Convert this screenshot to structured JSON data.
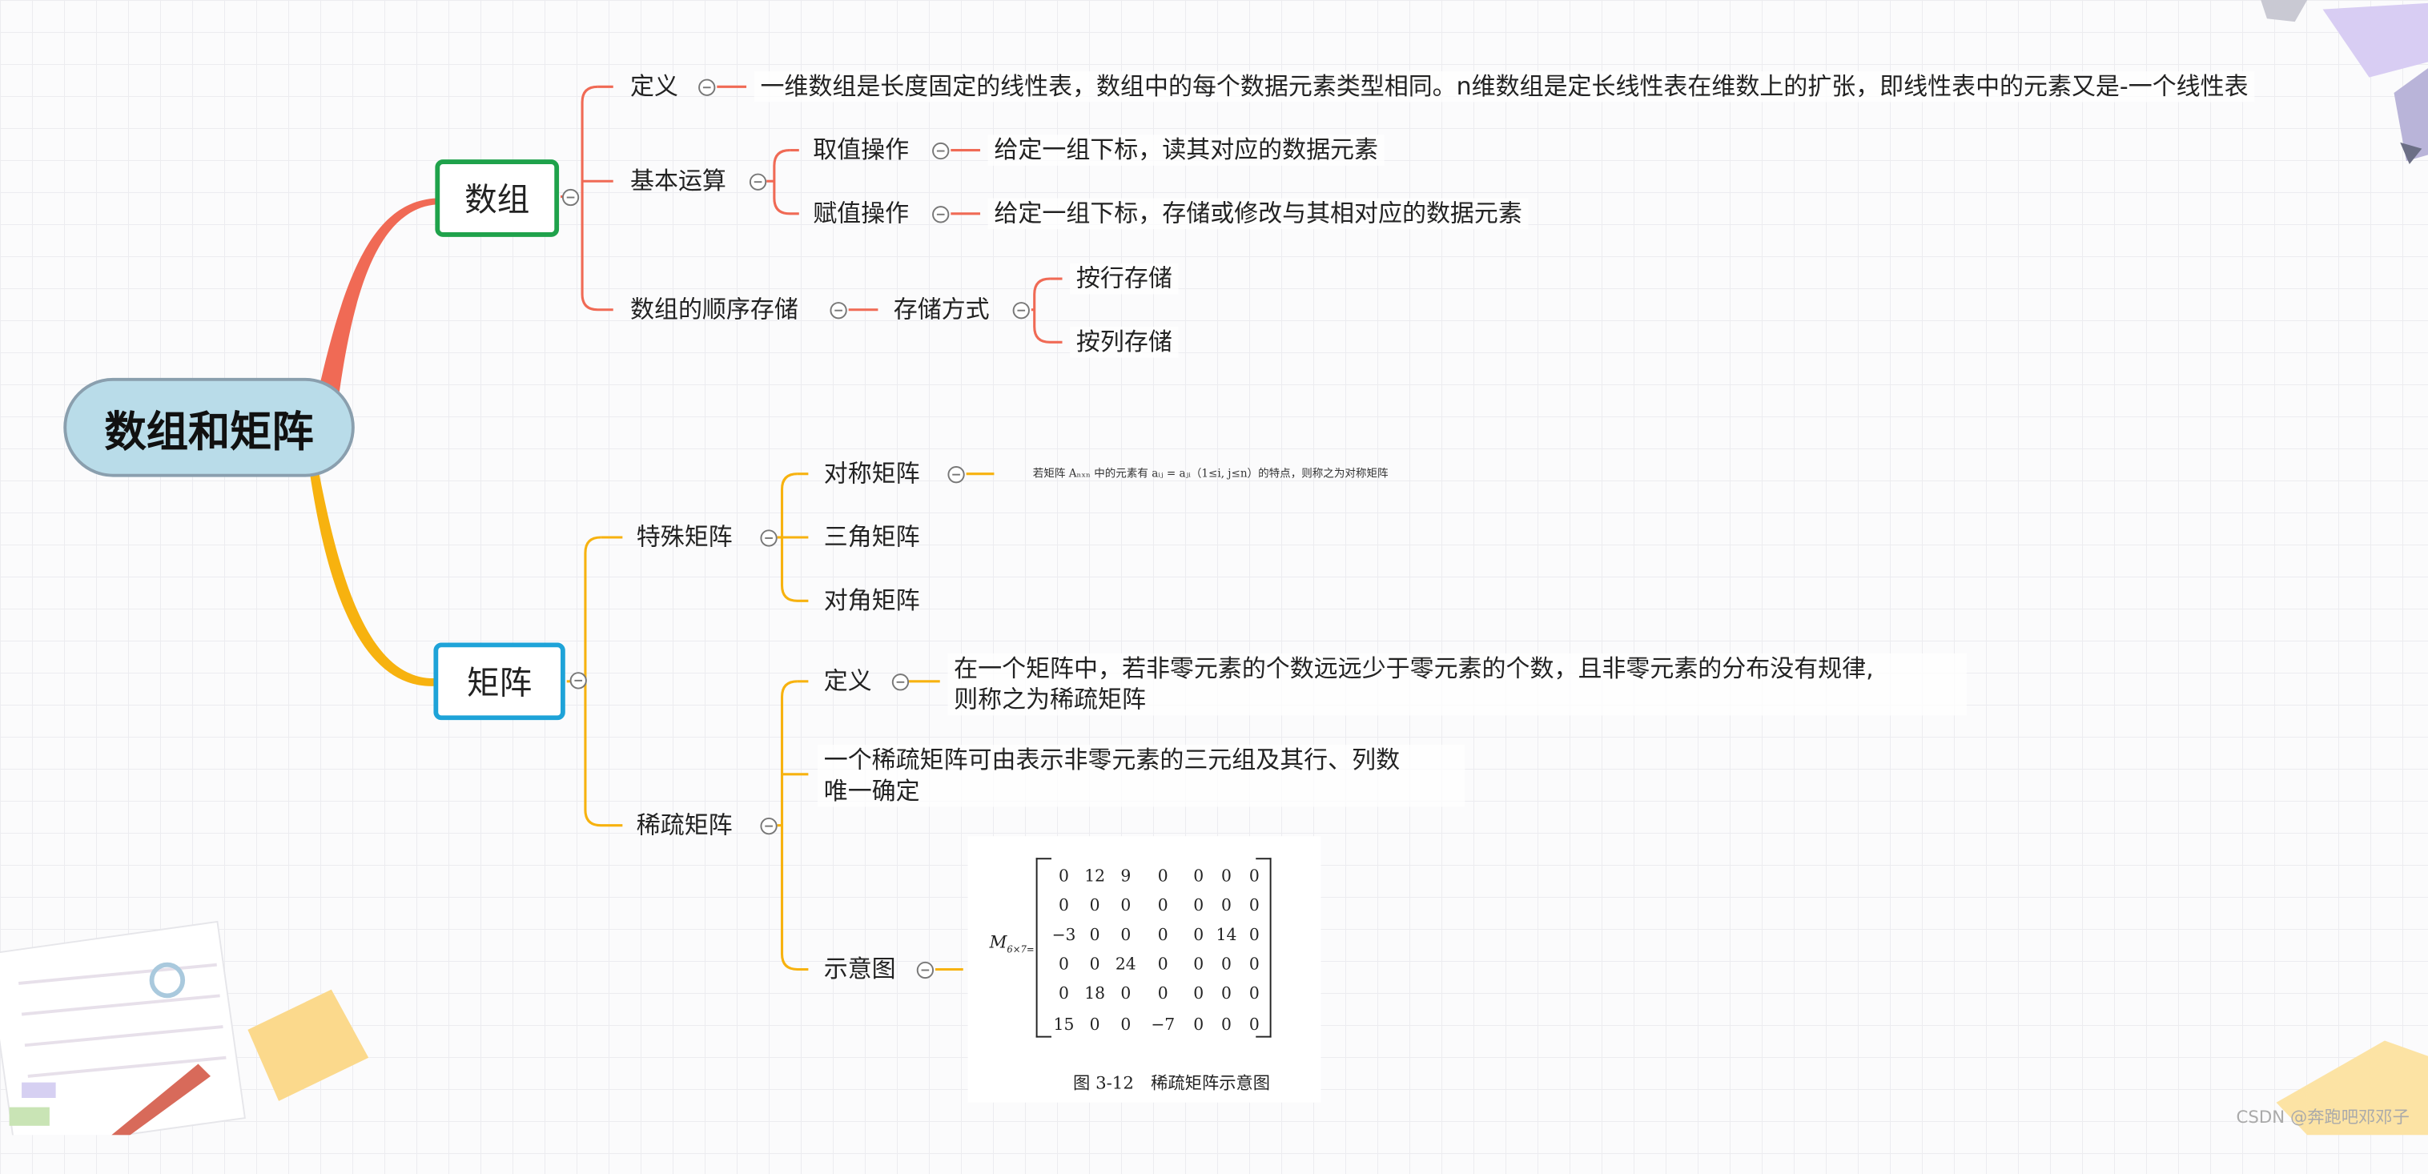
{
  "root": "数组和矩阵",
  "array": {
    "label": "数组",
    "definition_label": "定义",
    "definition_text": "一维数组是长度固定的线性表，数组中的每个数据元素类型相同。n维数组是定长线性表在维数上的扩张，即线性表中的元素又是-一个线性表",
    "basic_ops": {
      "label": "基本运算",
      "get": {
        "label": "取值操作",
        "text": "给定一组下标，读其对应的数据元素"
      },
      "set": {
        "label": "赋值操作",
        "text": "给定一组下标，存储或修改与其相对应的数据元素"
      }
    },
    "sequential": {
      "label": "数组的顺序存储",
      "method": "存储方式",
      "row": "按行存储",
      "col": "按列存储"
    }
  },
  "matrix": {
    "label": "矩阵",
    "special": {
      "label": "特殊矩阵",
      "symmetric": "对称矩阵",
      "symmetric_note": "若矩阵 Aₙₓₙ 中的元素有 aᵢⱼ = aⱼᵢ（1≤i, j≤n）的特点，则称之为对称矩阵",
      "triangular": "三角矩阵",
      "diagonal": "对角矩阵"
    },
    "sparse": {
      "label": "稀疏矩阵",
      "def_label": "定义",
      "def_line1": "在一个矩阵中，若非零元素的个数远远少于零元素的个数，且非零元素的分布没有规律,",
      "def_line2": "则称之为稀疏矩阵",
      "triple_line1": "一个稀疏矩阵可由表示非零元素的三元组及其行、列数",
      "triple_line2": "唯一确定",
      "diagram_label": "示意图",
      "figure": {
        "name": "M",
        "subscript": "6×7=",
        "rows": [
          [
            "0",
            "12",
            "9",
            "0",
            "0",
            "0",
            "0"
          ],
          [
            "0",
            "0",
            "0",
            "0",
            "0",
            "0",
            "0"
          ],
          [
            "−3",
            "0",
            "0",
            "0",
            "0",
            "14",
            "0"
          ],
          [
            "0",
            "0",
            "24",
            "0",
            "0",
            "0",
            "0"
          ],
          [
            "0",
            "18",
            "0",
            "0",
            "0",
            "0",
            "0"
          ],
          [
            "15",
            "0",
            "0",
            "−7",
            "0",
            "0",
            "0"
          ]
        ],
        "caption": "图 3-12　稀疏矩阵示意图"
      }
    }
  },
  "colors": {
    "array_branch": "#f06a55",
    "matrix_branch": "#f7b20f",
    "array_border": "#1fa24b",
    "matrix_border": "#1ea3d8",
    "root_fill": "#b9dce9"
  },
  "watermark": "CSDN @奔跑吧邓邓子"
}
